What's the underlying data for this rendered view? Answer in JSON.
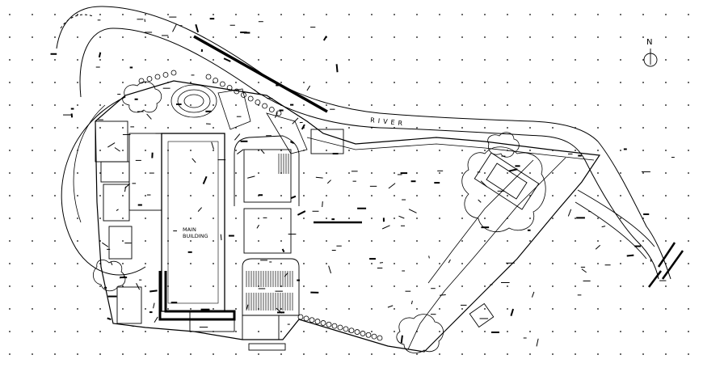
{
  "labels": {
    "main_building_line1": "MAIN",
    "main_building_line2": "BUILDING",
    "river": "RIVER",
    "north": "N"
  },
  "colors": {
    "ink": "#000000",
    "paper": "#ffffff"
  }
}
